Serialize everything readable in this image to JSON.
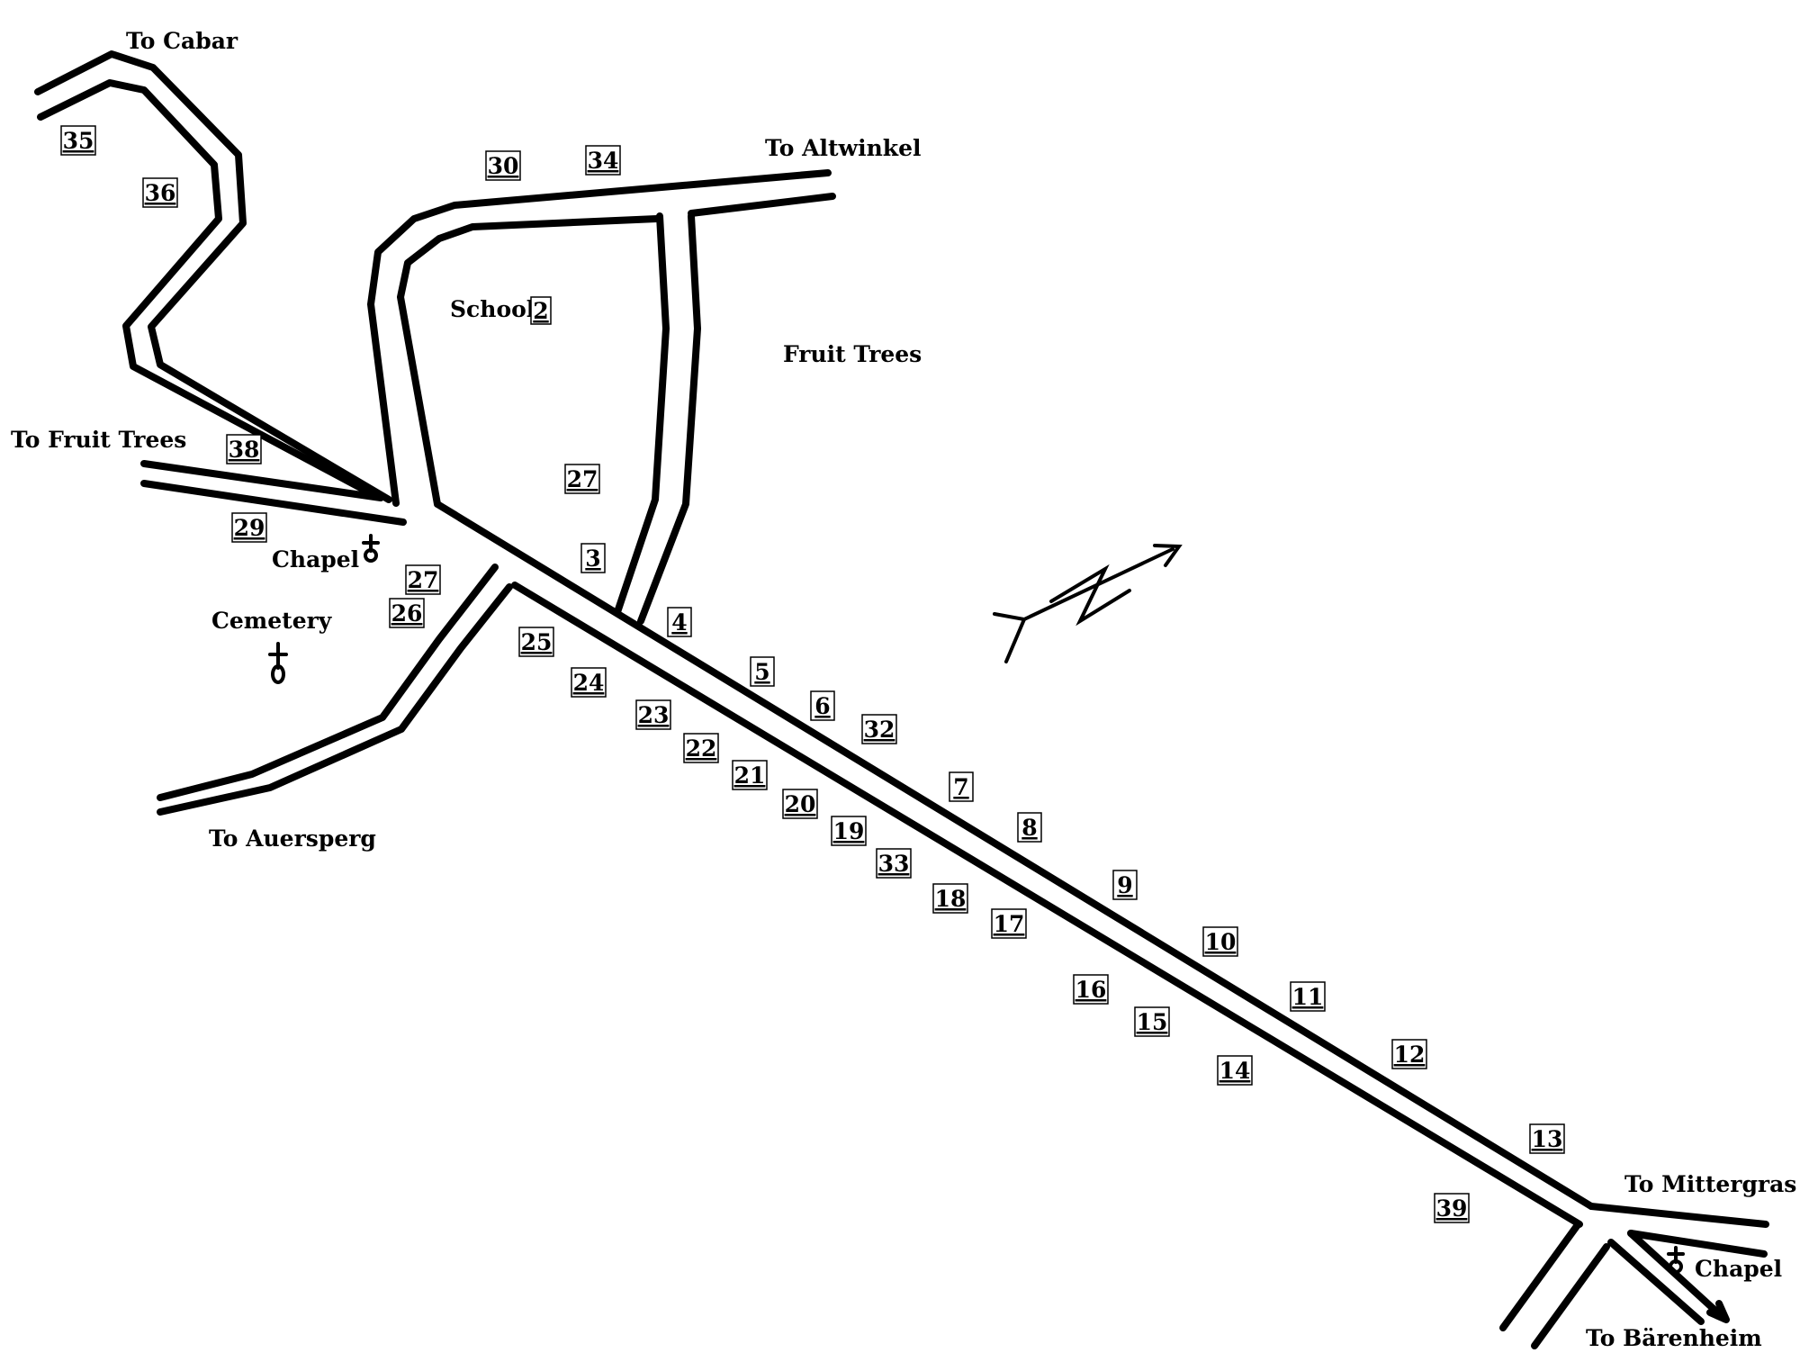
{
  "places": {
    "to_cabar": "To Cabar",
    "to_altwinkel": "To Altwinkel",
    "school": "School",
    "fruit_trees": "Fruit Trees",
    "to_fruit_trees": "To Fruit Trees",
    "chapel_west": "Chapel",
    "cemetery": "Cemetery",
    "to_auersperg": "To Auersperg",
    "to_mittergras": "To Mittergras",
    "chapel_east": "Chapel",
    "to_barenheim": "To Bärenheim"
  },
  "house_numbers": {
    "n35": "35",
    "n36": "36",
    "n30": "30",
    "n34": "34",
    "n2": "2",
    "n27a": "27",
    "n38": "38",
    "n29": "29",
    "n3": "3",
    "n27b": "27",
    "n26": "26",
    "n4": "4",
    "n25": "25",
    "n5": "5",
    "n24": "24",
    "n6": "6",
    "n32": "32",
    "n23": "23",
    "n22": "22",
    "n21": "21",
    "n7": "7",
    "n20": "20",
    "n8": "8",
    "n19": "19",
    "n33": "33",
    "n9": "9",
    "n18": "18",
    "n17": "17",
    "n10": "10",
    "n16": "16",
    "n11": "11",
    "n15": "15",
    "n14": "14",
    "n12": "12",
    "n13": "13",
    "n39": "39"
  },
  "symbols": {
    "north_arrow": "north-arrow-icon",
    "chapel": "chapel-icon",
    "cemetery_cross": "cemetery-cross-icon"
  }
}
